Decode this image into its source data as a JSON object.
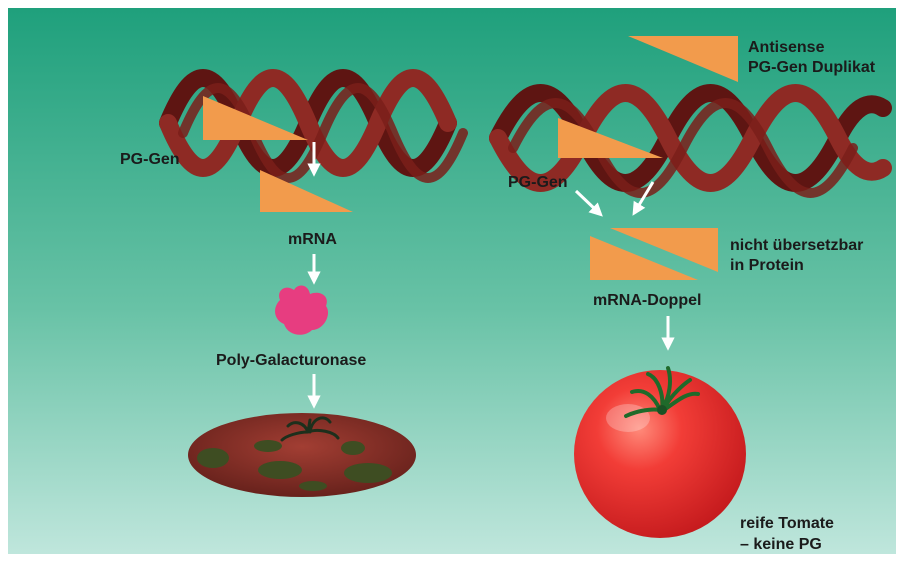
{
  "colors": {
    "background_top": "#1fa07c",
    "background_bottom": "#bfe6dc",
    "dna_strand": "#8e2a24",
    "dna_shadow": "#5e1512",
    "gene_block": "#f29b4c",
    "arrow": "#ffffff",
    "protein": "#e73d80",
    "tomato_red": "#e52b2b",
    "tomato_rotten": "#7c2a24",
    "tomato_spots": "#3e4d22",
    "stem": "#1f6a2a"
  },
  "left": {
    "gene_label": "PG-Gen",
    "mrna_label": "mRNA",
    "enzyme_label": "Poly-Galacturonase"
  },
  "right": {
    "antisense_label_line1": "Antisense",
    "antisense_label_line2": "PG-Gen Duplikat",
    "gene_label": "PG-Gen",
    "not_translatable_line1": "nicht übersetzbar",
    "not_translatable_line2": "in Protein",
    "mrna_double_label": "mRNA-Doppel",
    "ripe_tomato_line1": "reife Tomate",
    "ripe_tomato_line2": "– keine PG"
  }
}
